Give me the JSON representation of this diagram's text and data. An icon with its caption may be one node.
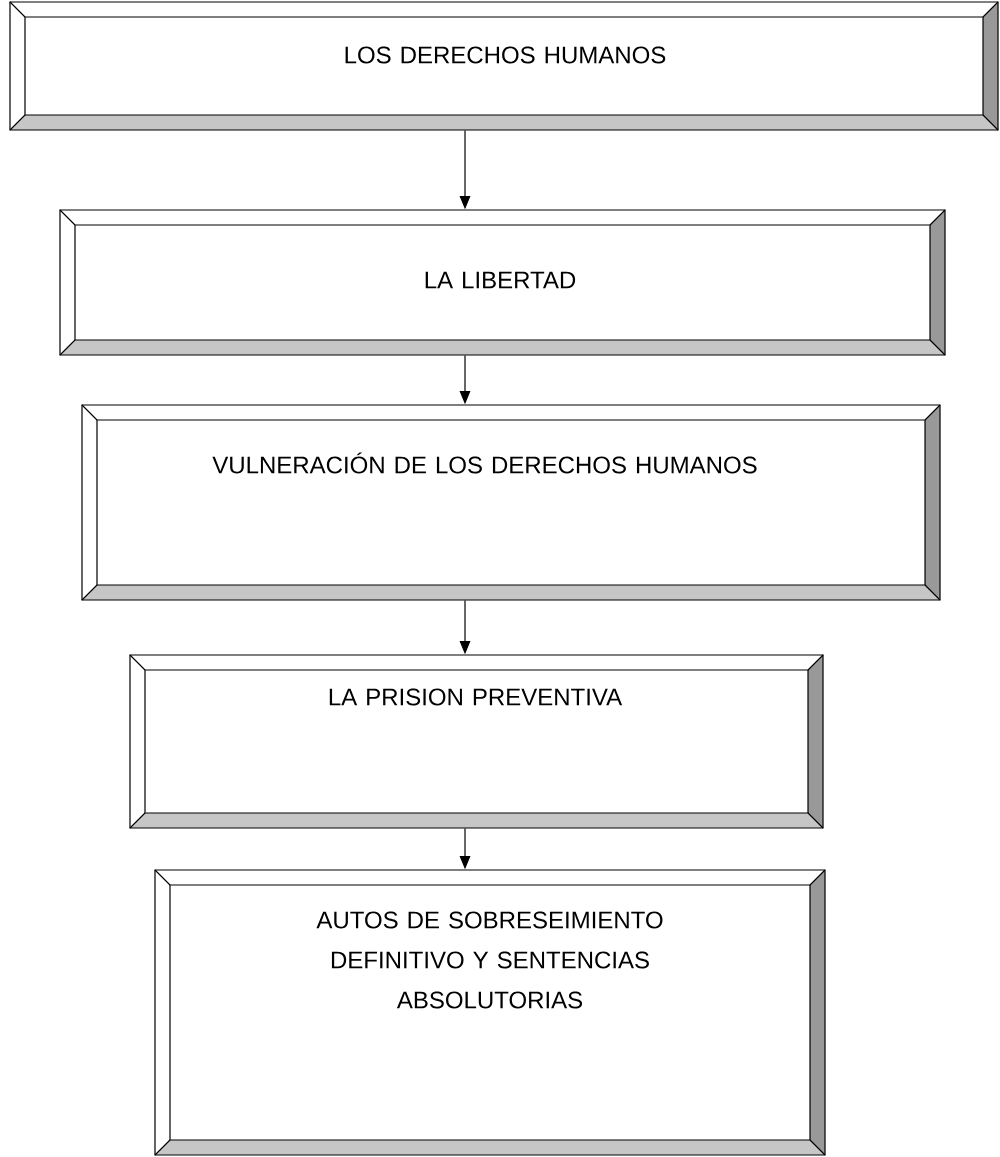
{
  "diagram": {
    "nodes": [
      {
        "text": [
          "LOS DERECHOS HUMANOS"
        ]
      },
      {
        "text": [
          "LA LIBERTAD"
        ]
      },
      {
        "text": [
          "VULNERACIÓN DE LOS DERECHOS HUMANOS"
        ]
      },
      {
        "text": [
          "LA PRISION  PREVENTIVA"
        ]
      },
      {
        "text": [
          "AUTOS DE SOBRESEIMIENTO DEFINITIVO Y  SENTENCIAS ABSOLUTORIAS"
        ]
      }
    ],
    "edges": [
      {
        "from": 0,
        "to": 1,
        "arrow": "to"
      },
      {
        "from": 1,
        "to": 2,
        "arrow": "to"
      },
      {
        "from": 2,
        "to": 3,
        "arrow": "to"
      },
      {
        "from": 3,
        "to": 4,
        "arrow": "to"
      }
    ]
  }
}
